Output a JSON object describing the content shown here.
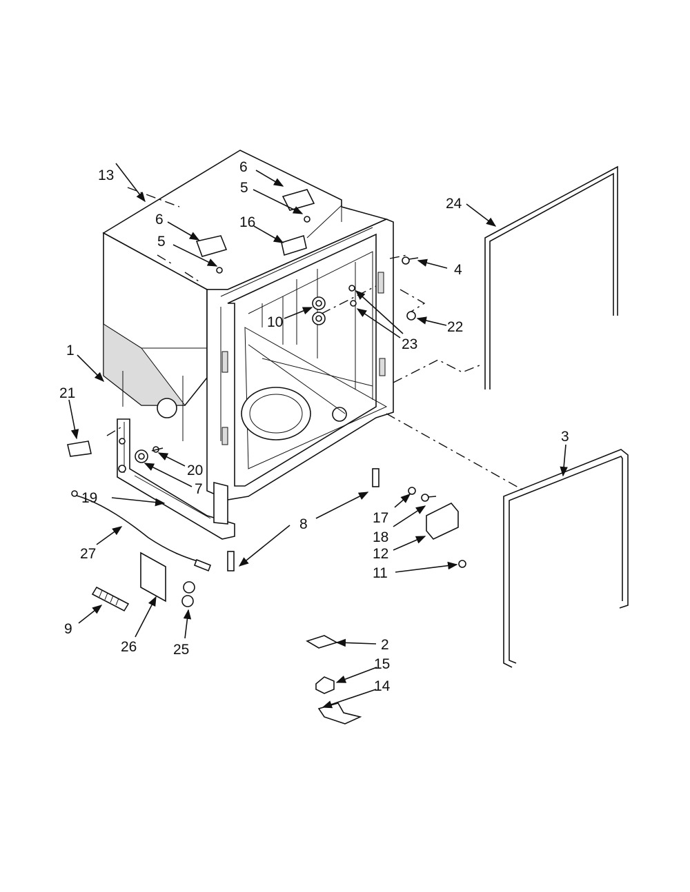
{
  "diagram": {
    "callouts": {
      "c1": "1",
      "c2": "2",
      "c3": "3",
      "c4": "4",
      "c5a": "5",
      "c5b": "5",
      "c6a": "6",
      "c6b": "6",
      "c7": "7",
      "c8": "8",
      "c9": "9",
      "c10": "10",
      "c11": "11",
      "c12": "12",
      "c13": "13",
      "c14": "14",
      "c15": "15",
      "c16": "16",
      "c17": "17",
      "c18": "18",
      "c19": "19",
      "c20": "20",
      "c21": "21",
      "c22": "22",
      "c23": "23",
      "c24": "24",
      "c25": "25",
      "c26": "26",
      "c27": "27"
    }
  }
}
